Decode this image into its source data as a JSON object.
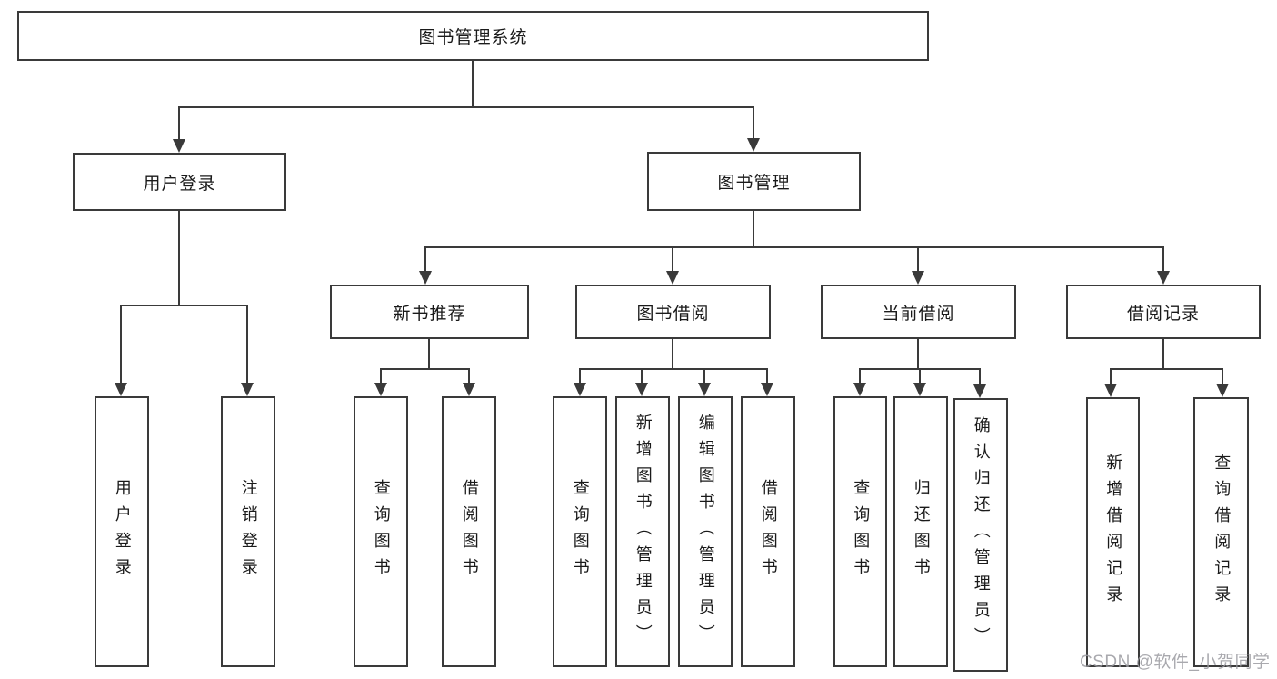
{
  "nodes": {
    "root": {
      "label": "图书管理系统"
    },
    "user_login": {
      "label": "用户登录"
    },
    "book_mgmt": {
      "label": "图书管理"
    },
    "new_book_rec": {
      "label": "新书推荐"
    },
    "book_borrow": {
      "label": "图书借阅"
    },
    "current_borrow": {
      "label": "当前借阅"
    },
    "borrow_record": {
      "label": "借阅记录"
    },
    "leaf_user_login": {
      "label": "用户登录"
    },
    "leaf_logout": {
      "label": "注销登录"
    },
    "leaf_query_book_a": {
      "label": "查询图书"
    },
    "leaf_borrow_book_a": {
      "label": "借阅图书"
    },
    "leaf_query_book_b": {
      "label": "查询图书"
    },
    "leaf_add_book": {
      "label": "新增图书（管理员）"
    },
    "leaf_edit_book": {
      "label": "编辑图书（管理员）"
    },
    "leaf_borrow_book_b": {
      "label": "借阅图书"
    },
    "leaf_query_book_c": {
      "label": "查询图书"
    },
    "leaf_return_book": {
      "label": "归还图书"
    },
    "leaf_confirm_return": {
      "label": "确认归还（管理员）"
    },
    "leaf_add_record": {
      "label": "新增借阅记录"
    },
    "leaf_query_record": {
      "label": "查询借阅记录"
    }
  },
  "hierarchy": {
    "图书管理系统": {
      "用户登录": [
        "用户登录",
        "注销登录"
      ],
      "图书管理": {
        "新书推荐": [
          "查询图书",
          "借阅图书"
        ],
        "图书借阅": [
          "查询图书",
          "新增图书（管理员）",
          "编辑图书（管理员）",
          "借阅图书"
        ],
        "当前借阅": [
          "查询图书",
          "归还图书",
          "确认归还（管理员）"
        ],
        "借阅记录": [
          "新增借阅记录",
          "查询借阅记录"
        ]
      }
    }
  },
  "watermark": {
    "text": "CSDN @软件_小贺同学"
  },
  "colors": {
    "line": "#3a3a3a",
    "text": "#1a1a1a",
    "watermark": "#9b9ba1",
    "background": "#ffffff"
  }
}
